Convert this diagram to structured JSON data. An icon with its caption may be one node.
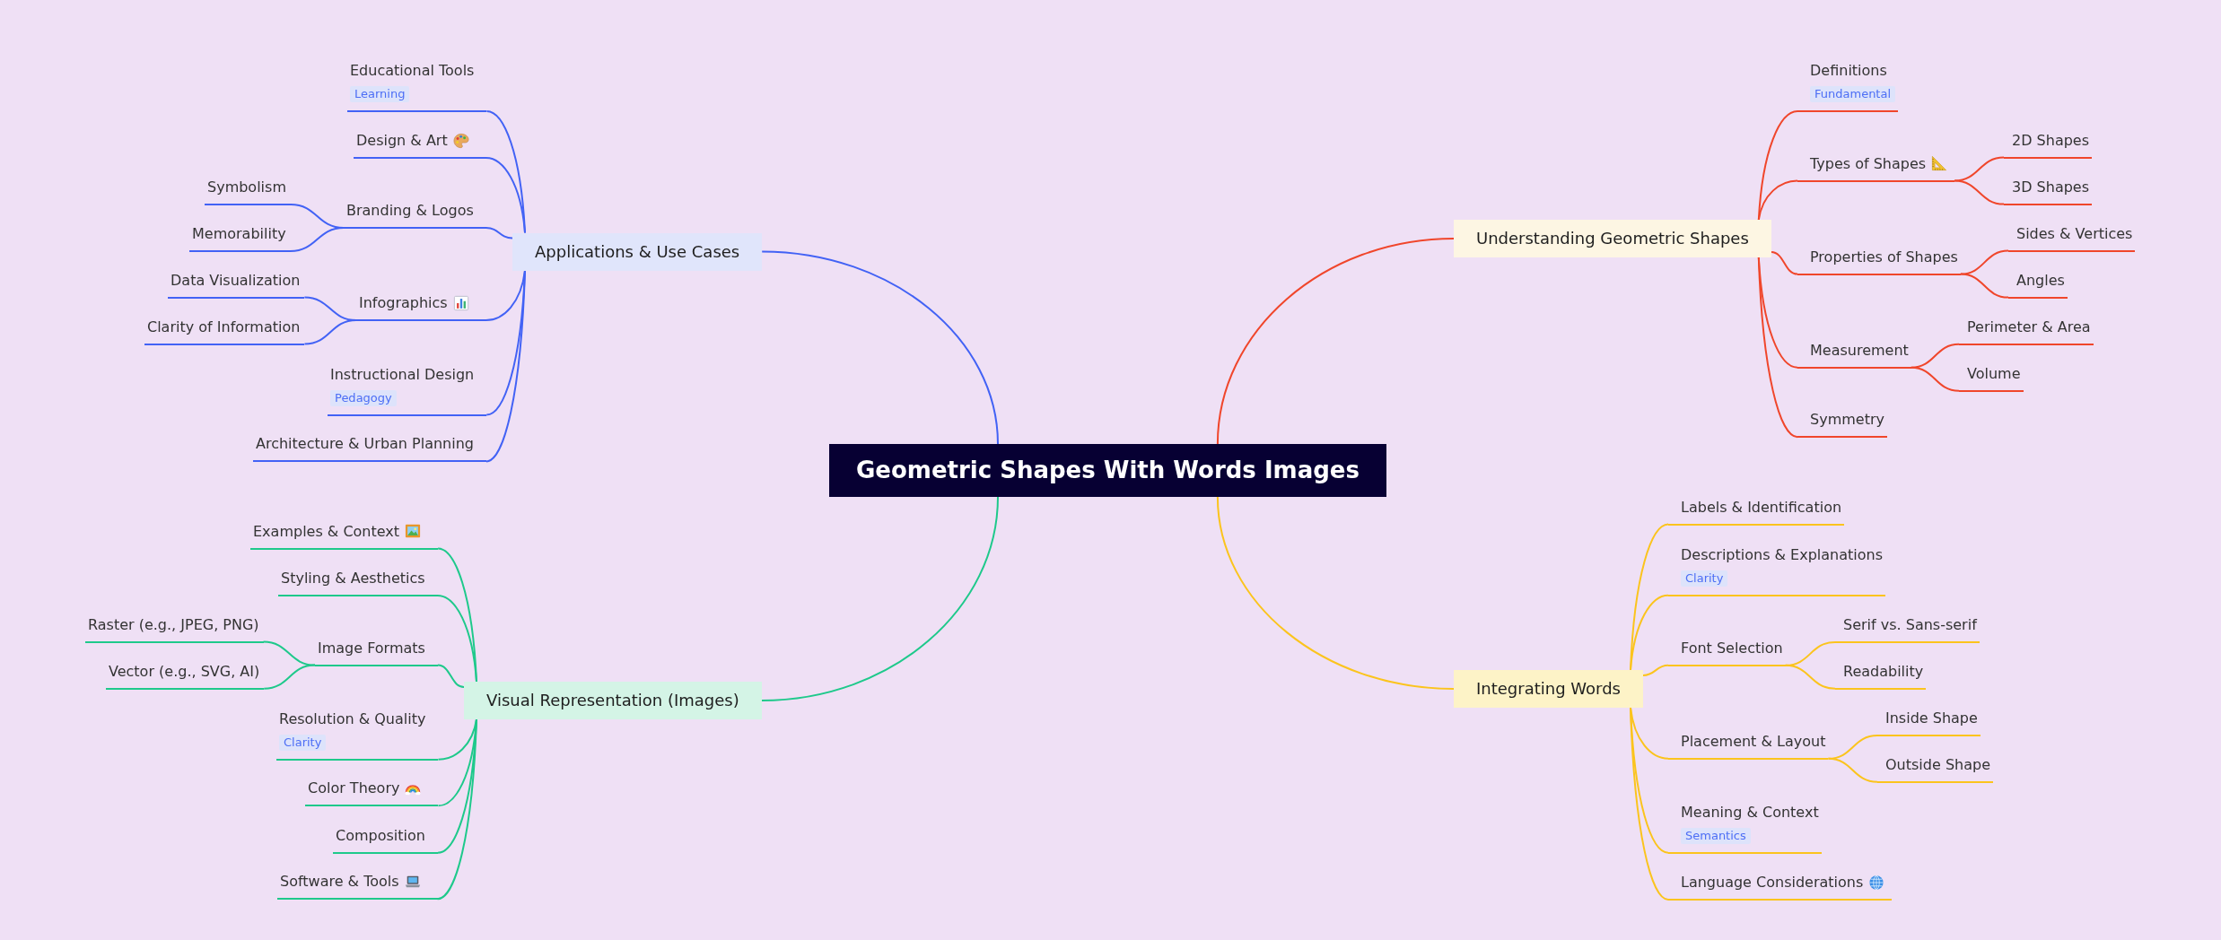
{
  "diagram": {
    "nodes": [
      {
        "text": [
          "Geometric Shapes With Words Images"
        ]
      },
      {
        "text": [
          "Applications & Use Cases"
        ]
      },
      {
        "text": [
          "Educational Tools",
          "Learning"
        ]
      },
      {
        "text": [
          "Design & Art"
        ]
      },
      {
        "text": [
          "Branding & Logos"
        ]
      },
      {
        "text": [
          "Symbolism"
        ]
      },
      {
        "text": [
          "Memorability"
        ]
      },
      {
        "text": [
          "Infographics"
        ]
      },
      {
        "text": [
          "Data Visualization"
        ]
      },
      {
        "text": [
          "Clarity of Information"
        ]
      },
      {
        "text": [
          "Instructional Design",
          "Pedagogy"
        ]
      },
      {
        "text": [
          "Architecture & Urban Planning"
        ]
      },
      {
        "text": [
          "Visual Representation (Images)"
        ]
      },
      {
        "text": [
          "Examples & Context"
        ]
      },
      {
        "text": [
          "Styling & Aesthetics"
        ]
      },
      {
        "text": [
          "Image Formats"
        ]
      },
      {
        "text": [
          "Raster (e.g., JPEG, PNG)"
        ]
      },
      {
        "text": [
          "Vector (e.g., SVG, AI)"
        ]
      },
      {
        "text": [
          "Resolution & Quality",
          "Clarity"
        ]
      },
      {
        "text": [
          "Color Theory"
        ]
      },
      {
        "text": [
          "Composition"
        ]
      },
      {
        "text": [
          "Software & Tools"
        ]
      },
      {
        "text": [
          "Understanding Geometric Shapes"
        ]
      },
      {
        "text": [
          "Definitions",
          "Fundamental"
        ]
      },
      {
        "text": [
          "Types of Shapes"
        ]
      },
      {
        "text": [
          "2D Shapes"
        ]
      },
      {
        "text": [
          "3D Shapes"
        ]
      },
      {
        "text": [
          "Properties of Shapes"
        ]
      },
      {
        "text": [
          "Sides & Vertices"
        ]
      },
      {
        "text": [
          "Angles"
        ]
      },
      {
        "text": [
          "Measurement"
        ]
      },
      {
        "text": [
          "Perimeter & Area"
        ]
      },
      {
        "text": [
          "Volume"
        ]
      },
      {
        "text": [
          "Symmetry"
        ]
      },
      {
        "text": [
          "Integrating Words"
        ]
      },
      {
        "text": [
          "Labels & Identification"
        ]
      },
      {
        "text": [
          "Descriptions & Explanations",
          "Clarity"
        ]
      },
      {
        "text": [
          "Font Selection"
        ]
      },
      {
        "text": [
          "Serif vs. Sans-serif"
        ]
      },
      {
        "text": [
          "Readability"
        ]
      },
      {
        "text": [
          "Placement & Layout"
        ]
      },
      {
        "text": [
          "Inside Shape"
        ]
      },
      {
        "text": [
          "Outside Shape"
        ]
      },
      {
        "text": [
          "Meaning & Context",
          "Semantics"
        ]
      },
      {
        "text": [
          "Language Considerations"
        ]
      }
    ],
    "edges": [
      {
        "from": 0,
        "to": 1,
        "arrow": "none",
        "color": "#4262f5"
      },
      {
        "from": 1,
        "to": 2,
        "arrow": "none",
        "color": "#4262f5"
      },
      {
        "from": 1,
        "to": 3,
        "arrow": "none",
        "color": "#4262f5"
      },
      {
        "from": 1,
        "to": 4,
        "arrow": "none",
        "color": "#4262f5"
      },
      {
        "from": 4,
        "to": 5,
        "arrow": "none",
        "color": "#4262f5"
      },
      {
        "from": 4,
        "to": 6,
        "arrow": "none",
        "color": "#4262f5"
      },
      {
        "from": 1,
        "to": 7,
        "arrow": "none",
        "color": "#4262f5"
      },
      {
        "from": 7,
        "to": 8,
        "arrow": "none",
        "color": "#4262f5"
      },
      {
        "from": 7,
        "to": 9,
        "arrow": "none",
        "color": "#4262f5"
      },
      {
        "from": 1,
        "to": 10,
        "arrow": "none",
        "color": "#4262f5"
      },
      {
        "from": 1,
        "to": 11,
        "arrow": "none",
        "color": "#4262f5"
      },
      {
        "from": 0,
        "to": 12,
        "arrow": "none",
        "color": "#1ec98b"
      },
      {
        "from": 12,
        "to": 13,
        "arrow": "none",
        "color": "#1ec98b"
      },
      {
        "from": 12,
        "to": 14,
        "arrow": "none",
        "color": "#1ec98b"
      },
      {
        "from": 12,
        "to": 15,
        "arrow": "none",
        "color": "#1ec98b"
      },
      {
        "from": 15,
        "to": 16,
        "arrow": "none",
        "color": "#1ec98b"
      },
      {
        "from": 15,
        "to": 17,
        "arrow": "none",
        "color": "#1ec98b"
      },
      {
        "from": 12,
        "to": 18,
        "arrow": "none",
        "color": "#1ec98b"
      },
      {
        "from": 12,
        "to": 19,
        "arrow": "none",
        "color": "#1ec98b"
      },
      {
        "from": 12,
        "to": 20,
        "arrow": "none",
        "color": "#1ec98b"
      },
      {
        "from": 12,
        "to": 21,
        "arrow": "none",
        "color": "#1ec98b"
      },
      {
        "from": 0,
        "to": 22,
        "arrow": "none",
        "color": "#f0462b"
      },
      {
        "from": 22,
        "to": 23,
        "arrow": "none",
        "color": "#f0462b"
      },
      {
        "from": 22,
        "to": 24,
        "arrow": "none",
        "color": "#f0462b"
      },
      {
        "from": 24,
        "to": 25,
        "arrow": "none",
        "color": "#f0462b"
      },
      {
        "from": 24,
        "to": 26,
        "arrow": "none",
        "color": "#f0462b"
      },
      {
        "from": 22,
        "to": 27,
        "arrow": "none",
        "color": "#f0462b"
      },
      {
        "from": 27,
        "to": 28,
        "arrow": "none",
        "color": "#f0462b"
      },
      {
        "from": 27,
        "to": 29,
        "arrow": "none",
        "color": "#f0462b"
      },
      {
        "from": 22,
        "to": 30,
        "arrow": "none",
        "color": "#f0462b"
      },
      {
        "from": 30,
        "to": 31,
        "arrow": "none",
        "color": "#f0462b"
      },
      {
        "from": 30,
        "to": 32,
        "arrow": "none",
        "color": "#f0462b"
      },
      {
        "from": 22,
        "to": 33,
        "arrow": "none",
        "color": "#f0462b"
      },
      {
        "from": 0,
        "to": 34,
        "arrow": "none",
        "color": "#fbc41d"
      },
      {
        "from": 34,
        "to": 35,
        "arrow": "none",
        "color": "#fbc41d"
      },
      {
        "from": 34,
        "to": 36,
        "arrow": "none",
        "color": "#fbc41d"
      },
      {
        "from": 34,
        "to": 37,
        "arrow": "none",
        "color": "#fbc41d"
      },
      {
        "from": 37,
        "to": 38,
        "arrow": "none",
        "color": "#fbc41d"
      },
      {
        "from": 37,
        "to": 39,
        "arrow": "none",
        "color": "#fbc41d"
      },
      {
        "from": 34,
        "to": 40,
        "arrow": "none",
        "color": "#fbc41d"
      },
      {
        "from": 40,
        "to": 41,
        "arrow": "none",
        "color": "#fbc41d"
      },
      {
        "from": 40,
        "to": 42,
        "arrow": "none",
        "color": "#fbc41d"
      },
      {
        "from": 34,
        "to": 43,
        "arrow": "none",
        "color": "#fbc41d"
      },
      {
        "from": 34,
        "to": 44,
        "arrow": "none",
        "color": "#fbc41d"
      }
    ]
  }
}
